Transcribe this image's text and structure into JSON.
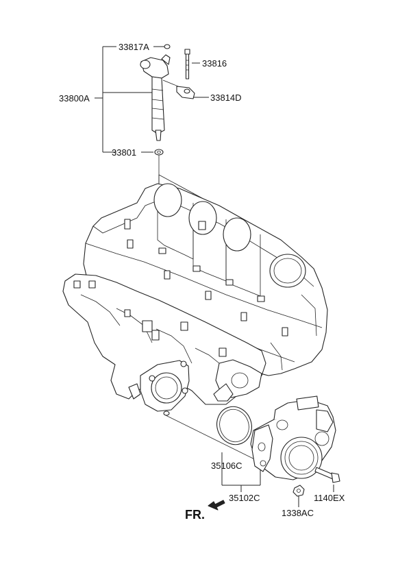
{
  "labels": {
    "p33817A": "33817A",
    "p33816": "33816",
    "p33814D": "33814D",
    "p33800A": "33800A",
    "p33801": "33801",
    "p35106C": "35106C",
    "p35102C": "35102C",
    "p1140EX": "1140EX",
    "p1338AC": "1338AC",
    "front": "FR."
  }
}
